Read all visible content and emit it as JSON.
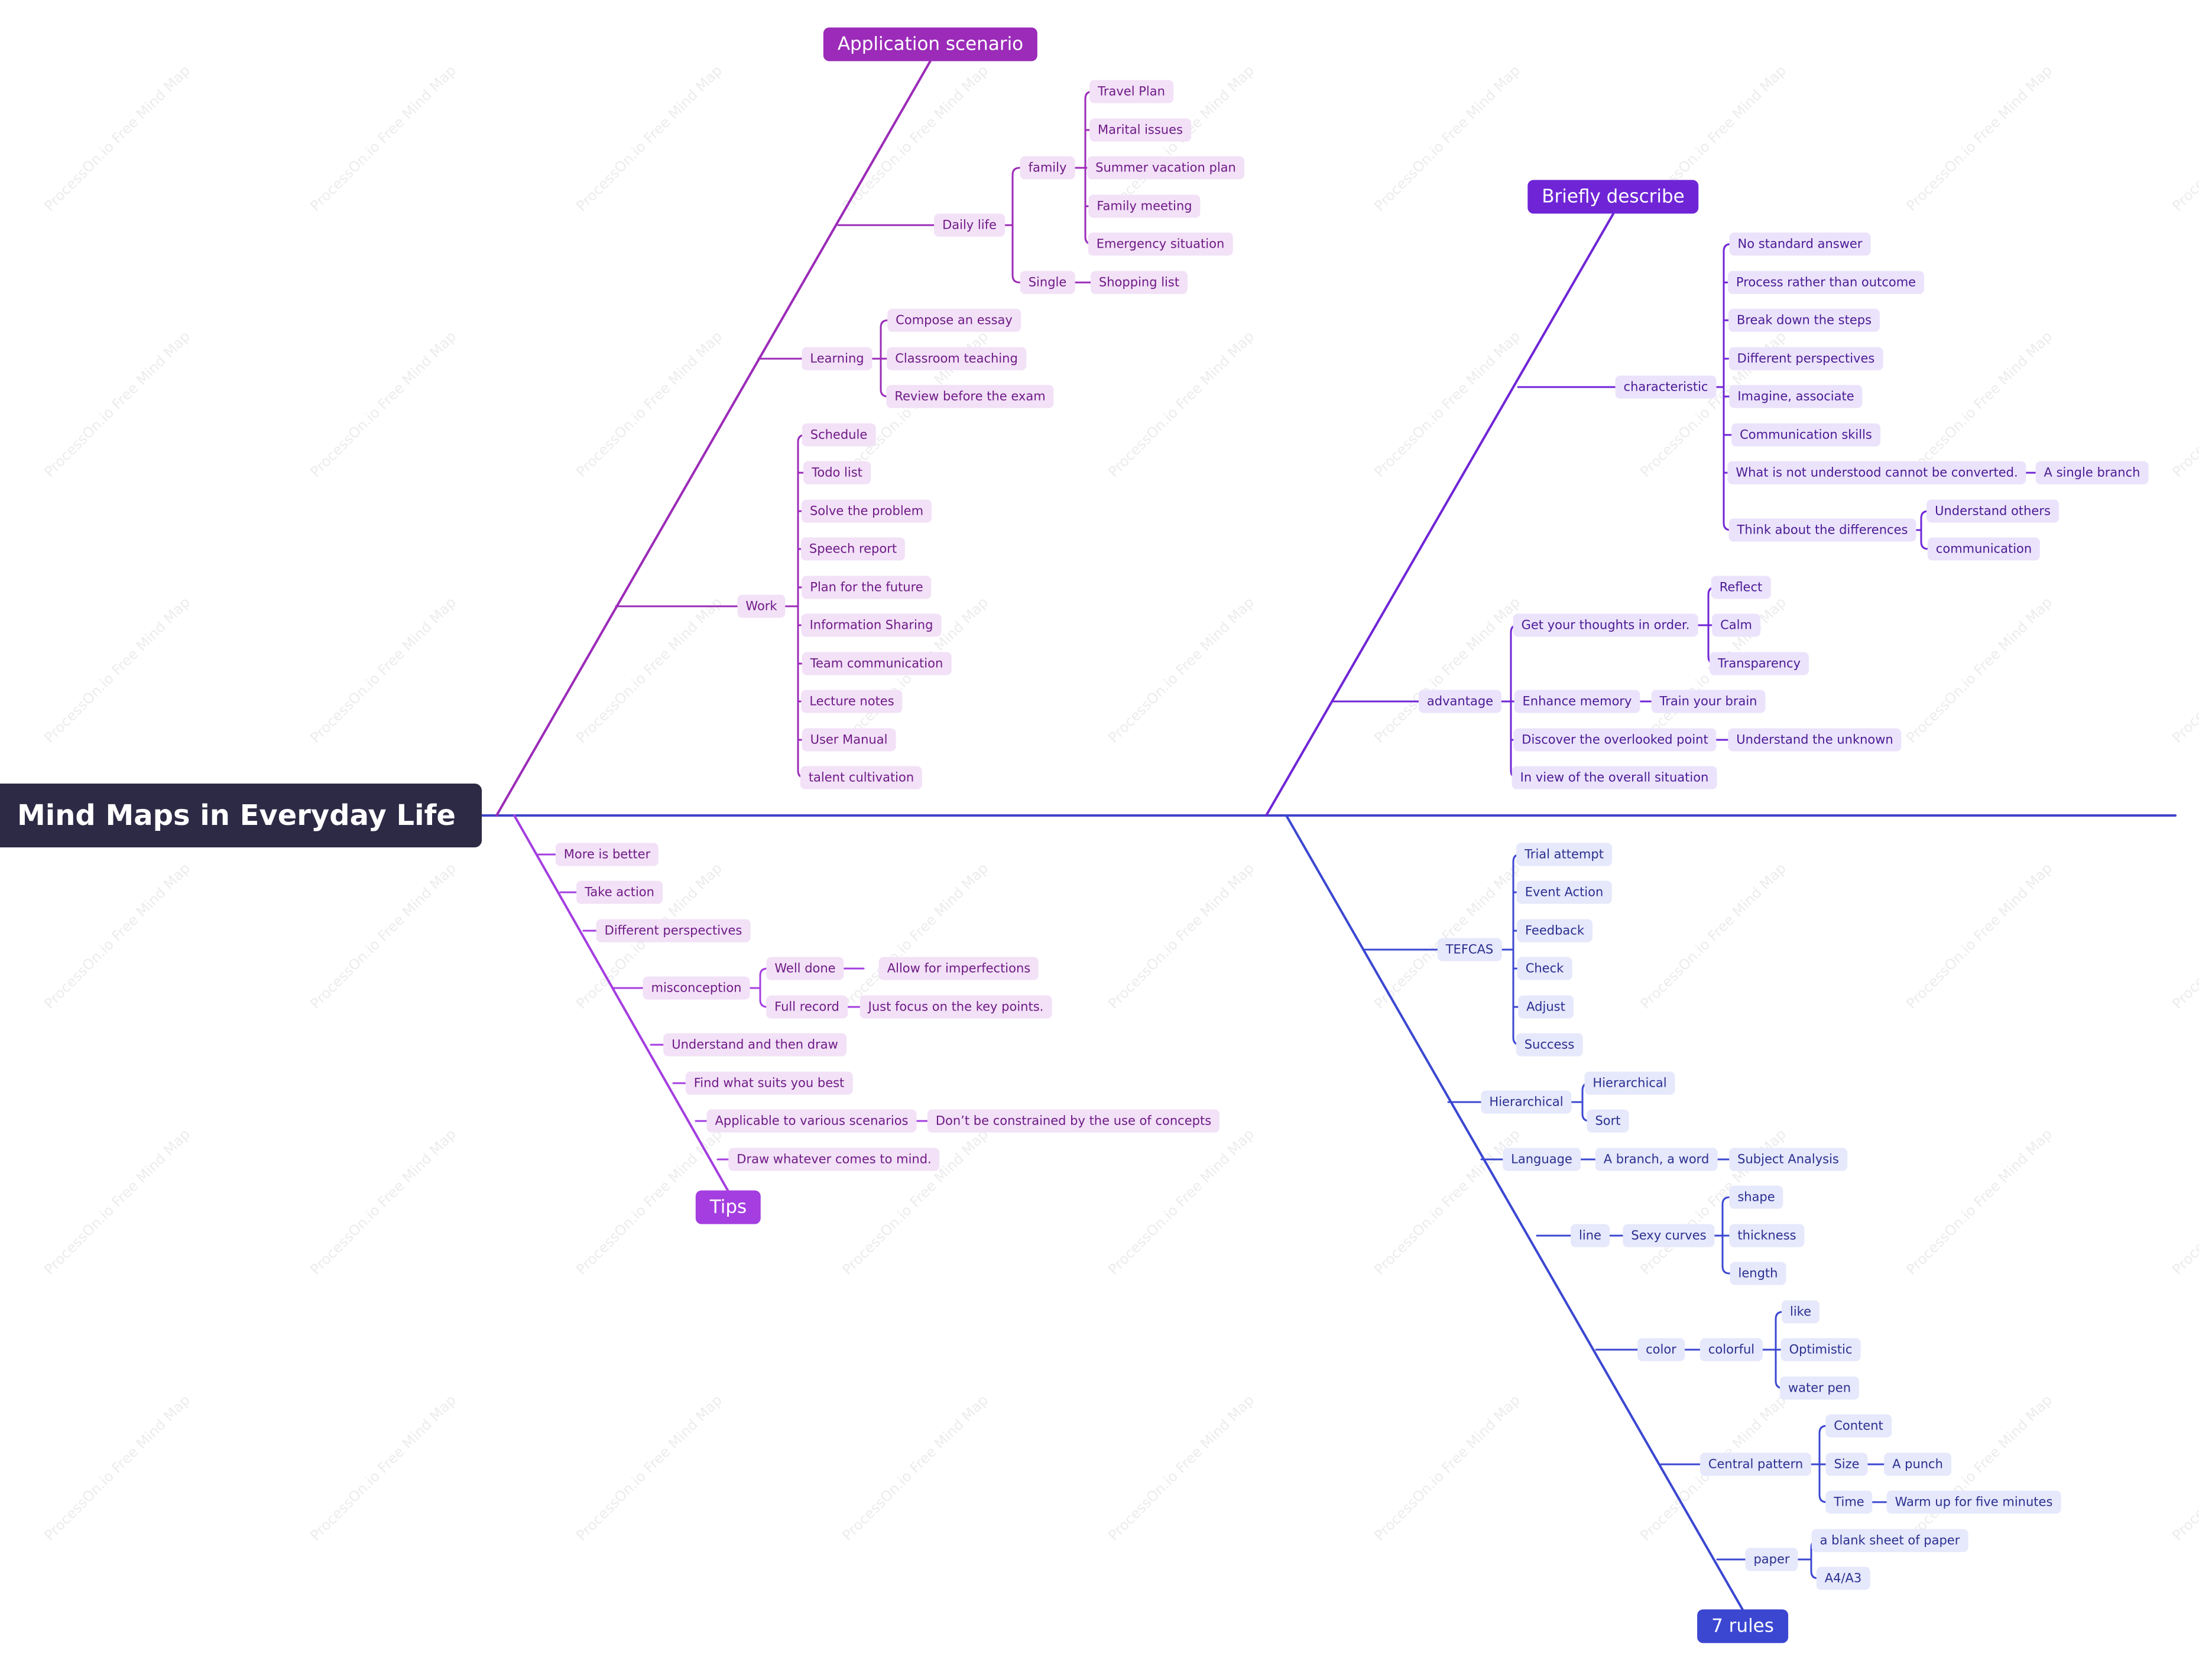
{
  "title": "Mind Maps in Everyday Life",
  "watermark": "ProcessOn.io Free Mind Map",
  "colors": {
    "root": "#2d2a45",
    "application": "#9b2bb8",
    "describe": "#6f25d6",
    "tips": "#a43ee0",
    "rules": "#3b47d1",
    "spine": "#3f43c8"
  },
  "branches": {
    "application": {
      "label": "Application scenario",
      "daily_life": "Daily life",
      "family": "family",
      "family_items": [
        "Travel Plan",
        "Marital issues",
        "Summer vacation plan",
        "Family meeting",
        "Emergency situation"
      ],
      "single": "Single",
      "shopping_list": "Shopping list",
      "learning": "Learning",
      "learning_items": [
        "Compose an essay",
        "Classroom teaching",
        "Review before the exam"
      ],
      "work": "Work",
      "work_items": [
        "Schedule",
        "Todo list",
        "Solve the problem",
        "Speech report",
        "Plan for the future",
        "Information Sharing",
        "Team communication",
        "Lecture notes",
        "User Manual",
        "talent cultivation"
      ]
    },
    "describe": {
      "label": "Briefly describe",
      "characteristic": "characteristic",
      "characteristic_items": [
        "No standard answer",
        "Process rather than outcome",
        "Break down the steps",
        "Different perspectives",
        "Imagine, associate",
        "Communication skills",
        "What is not understood cannot be converted.",
        "Think about the differences"
      ],
      "single_branch": "A single branch",
      "differences_items": [
        "Understand others",
        "communication"
      ],
      "advantage": "advantage",
      "thoughts": "Get your thoughts in order.",
      "thoughts_items": [
        "Reflect",
        "Calm",
        "Transparency"
      ],
      "memory": "Enhance memory",
      "train_brain": "Train your brain",
      "overlooked": "Discover the overlooked point",
      "unknown": "Understand the unknown",
      "overall": "In view of the overall situation"
    },
    "tips": {
      "label": "Tips",
      "more": "More is better",
      "action": "Take action",
      "perspectives": "Different perspectives",
      "misconception": "misconception",
      "well_done": "Well done",
      "imperfections": "Allow for imperfections",
      "full_record": "Full record",
      "key_points": "Just focus on the key points.",
      "understand": "Understand and then draw",
      "suits": "Find what suits you best",
      "scenarios": "Applicable to various scenarios",
      "constrained": "Don’t be constrained by the use of concepts",
      "draw": "Draw whatever comes to mind."
    },
    "rules": {
      "label": "7 rules",
      "tefcas": "TEFCAS",
      "tefcas_items": [
        "Trial attempt",
        "Event Action",
        "Feedback",
        "Check",
        "Adjust",
        "Success"
      ],
      "hierarchical": "Hierarchical",
      "hierarchical_items": [
        "Hierarchical",
        "Sort"
      ],
      "language": "Language",
      "branch_word": "A branch, a word",
      "subject": "Subject Analysis",
      "line": "line",
      "curves": "Sexy curves",
      "curves_items": [
        "shape",
        "thickness",
        "length"
      ],
      "color": "color",
      "colorful": "colorful",
      "colorful_items": [
        "like",
        "Optimistic",
        "water pen"
      ],
      "central": "Central pattern",
      "content": "Content",
      "size": "Size",
      "punch": "A punch",
      "time": "Time",
      "warmup": "Warm up for five minutes",
      "paper": "paper",
      "paper_items": [
        "a blank sheet of paper",
        "A4/A3"
      ]
    }
  }
}
